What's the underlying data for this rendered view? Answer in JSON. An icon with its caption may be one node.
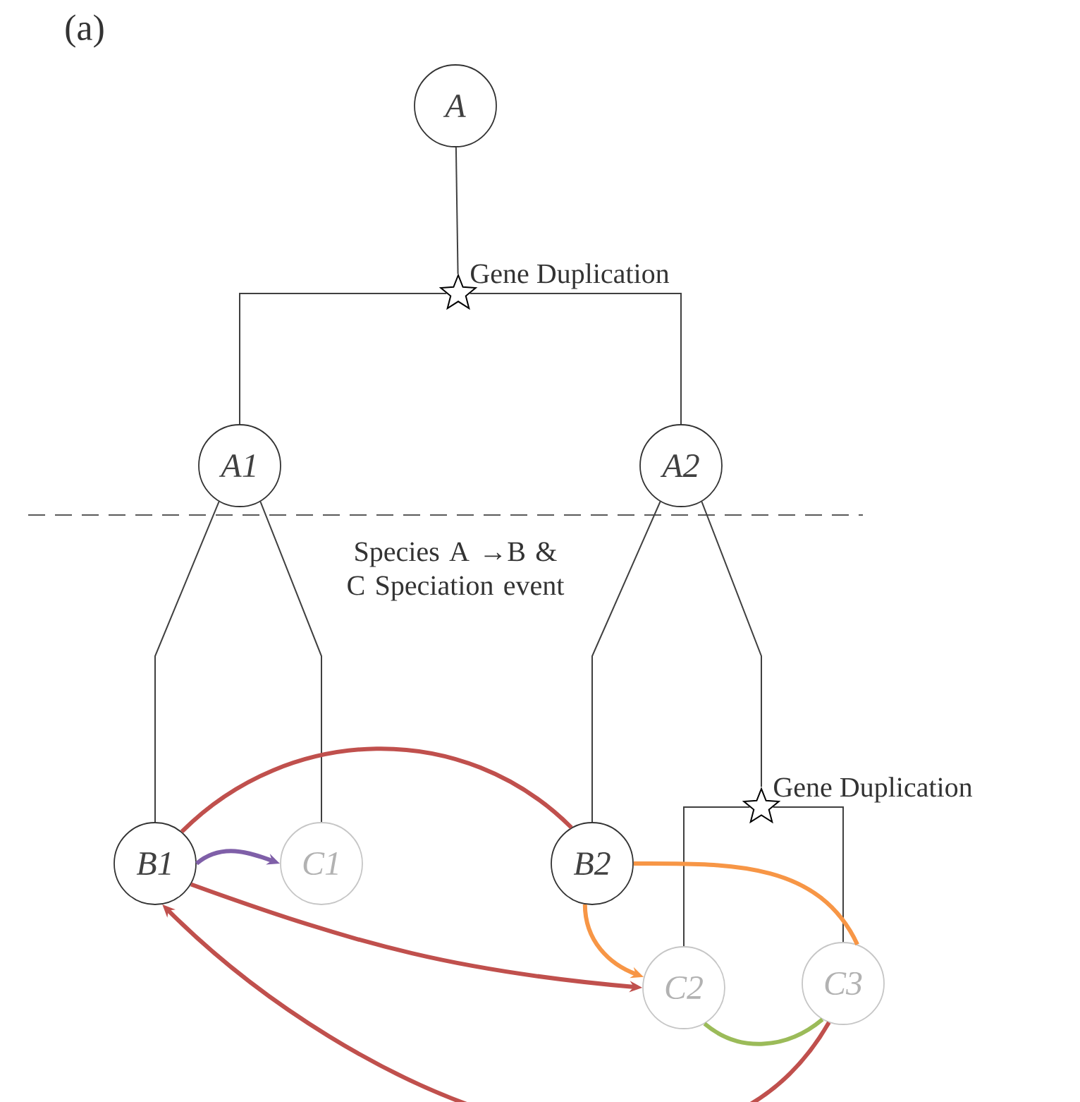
{
  "diagram": {
    "nodes": [
      {
        "text": [
          "A"
        ]
      },
      {
        "text": [],
        "shape": "star",
        "beside": [
          "Gene Duplication"
        ]
      },
      {
        "text": [
          "A1"
        ]
      },
      {
        "text": [
          "A2"
        ]
      },
      {
        "text": [
          "B1"
        ]
      },
      {
        "text": [
          "C1"
        ]
      },
      {
        "text": [],
        "shape": "star",
        "beside": [
          "Gene Duplication"
        ]
      },
      {
        "text": [
          "B2"
        ]
      },
      {
        "text": [
          "C2"
        ]
      },
      {
        "text": [
          "C3"
        ]
      }
    ],
    "edges": [
      {
        "from": 0,
        "to": 1,
        "arrow": "none"
      },
      {
        "from": 1,
        "to": 2,
        "arrow": "none"
      },
      {
        "from": 1,
        "to": 3,
        "arrow": "none"
      },
      {
        "from": 2,
        "to": 4,
        "arrow": "none"
      },
      {
        "from": 2,
        "to": 5,
        "arrow": "none"
      },
      {
        "from": 3,
        "to": 7,
        "arrow": "none"
      },
      {
        "from": 3,
        "to": 6,
        "arrow": "none"
      },
      {
        "from": 6,
        "to": 8,
        "arrow": "none"
      },
      {
        "from": 6,
        "to": 9,
        "arrow": "none"
      },
      {
        "from": 4,
        "to": 7,
        "arrow": "none",
        "style": "thick",
        "color": "#c0504d"
      },
      {
        "from": 4,
        "to": 5,
        "arrow": "to",
        "style": "thick",
        "color": "#7f5fa8"
      },
      {
        "from": 4,
        "to": 8,
        "arrow": "to",
        "style": "thick",
        "color": "#c0504d"
      },
      {
        "from": 9,
        "to": 4,
        "arrow": "to",
        "style": "thick",
        "color": "#c0504d"
      },
      {
        "from": 7,
        "to": 8,
        "arrow": "to",
        "style": "thick",
        "color": "#f79646"
      },
      {
        "from": 7,
        "to": 9,
        "arrow": "none",
        "style": "thick",
        "color": "#f79646"
      },
      {
        "from": 8,
        "to": 9,
        "arrow": "none",
        "style": "thick",
        "color": "#9bbb59"
      }
    ],
    "labels": [
      "(a)",
      "Species A →B & C Speciation event"
    ]
  }
}
